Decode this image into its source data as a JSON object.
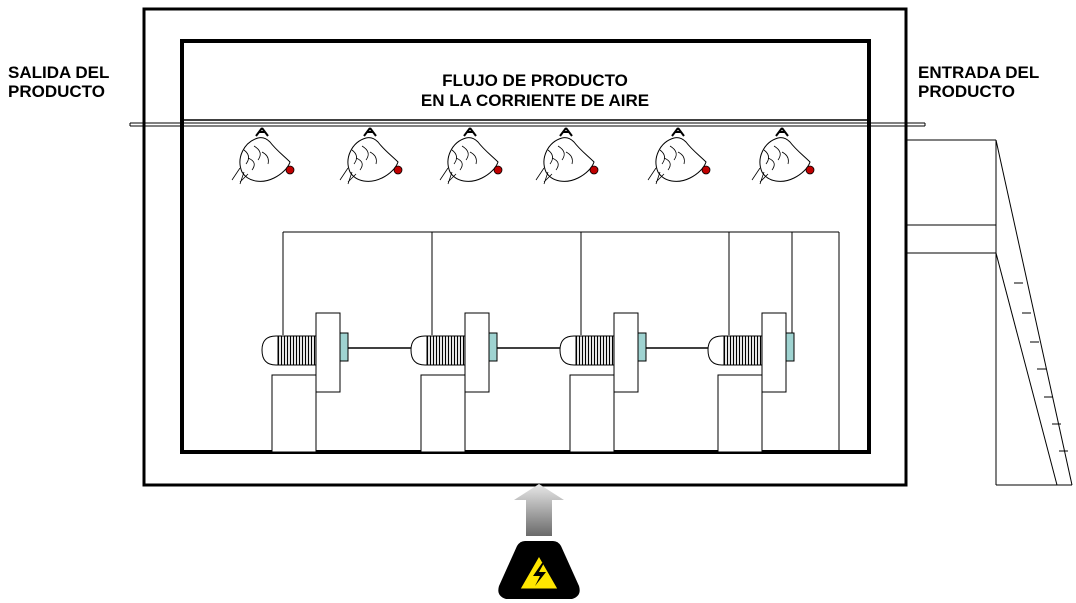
{
  "labels": {
    "product_outlet": [
      "SALIDA DEL",
      "PRODUCTO"
    ],
    "product_inlet": [
      "ENTRADA DEL",
      "PRODUCTO"
    ],
    "flow": [
      "FLUJO DE PRODUCTO",
      "EN LA CORRIENTE DE AIRE"
    ]
  },
  "icons": {
    "product": "hanging-chicken-icon",
    "fan": "fan-motor-unit",
    "power": "high-voltage-icon",
    "air_arrow": "air-inflow-arrow"
  },
  "colors": {
    "outline": "#000000",
    "fan_shaft_coupling": "#9fd3d1",
    "power_sign_yellow": "#ffe600",
    "chicken_comb": "#c00000"
  }
}
